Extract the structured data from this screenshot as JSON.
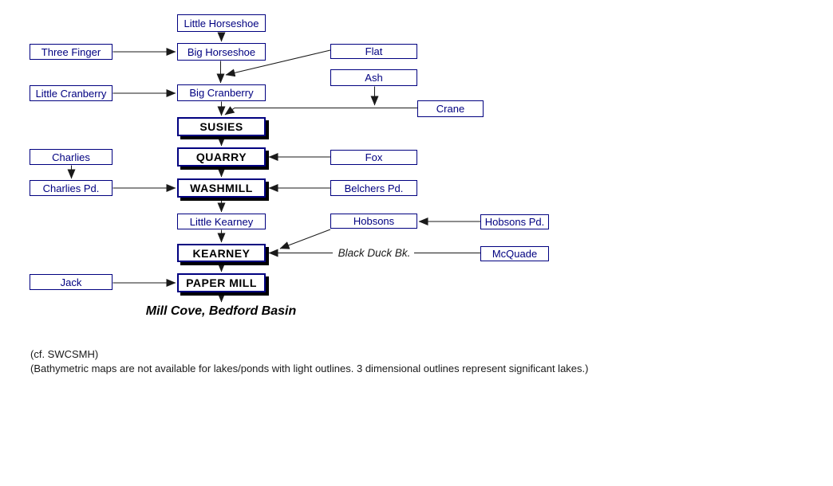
{
  "diagram": {
    "title": "Lake flow chart draining to Mill Cove, Bedford Basin",
    "colors": {
      "box_border": "#000080",
      "box_text": "#000080",
      "significant_box_border": "#000080",
      "significant_box_shadow": "#000000",
      "significant_box_text": "#000000",
      "arrow_line": "#1a1a1a",
      "background": "#ffffff"
    },
    "nodes": {
      "little_horseshoe": {
        "label": "Little Horseshoe",
        "type": "light"
      },
      "three_finger": {
        "label": "Three Finger",
        "type": "light"
      },
      "big_horseshoe": {
        "label": "Big Horseshoe",
        "type": "light"
      },
      "flat": {
        "label": "Flat",
        "type": "light"
      },
      "ash": {
        "label": "Ash",
        "type": "light"
      },
      "little_cranberry": {
        "label": "Little Cranberry",
        "type": "light"
      },
      "big_cranberry": {
        "label": "Big Cranberry",
        "type": "light"
      },
      "crane": {
        "label": "Crane",
        "type": "light"
      },
      "susies": {
        "label": "SUSIES",
        "type": "significant"
      },
      "charlies": {
        "label": "Charlies",
        "type": "light"
      },
      "quarry": {
        "label": "QUARRY",
        "type": "significant"
      },
      "fox": {
        "label": "Fox",
        "type": "light"
      },
      "charlies_pd": {
        "label": "Charlies Pd.",
        "type": "light"
      },
      "washmill": {
        "label": "WASHMILL",
        "type": "significant"
      },
      "belchers_pd": {
        "label": "Belchers Pd.",
        "type": "light"
      },
      "little_kearney": {
        "label": "Little Kearney",
        "type": "light"
      },
      "hobsons": {
        "label": "Hobsons",
        "type": "light"
      },
      "hobsons_pd": {
        "label": "Hobsons Pd.",
        "type": "light"
      },
      "kearney": {
        "label": "KEARNEY",
        "type": "significant"
      },
      "black_duck_bk": {
        "label": "Black Duck Bk.",
        "type": "stream-label"
      },
      "mcquade": {
        "label": "McQuade",
        "type": "light"
      },
      "jack": {
        "label": "Jack",
        "type": "light"
      },
      "paper_mill": {
        "label": "PAPER MILL",
        "type": "significant"
      },
      "mill_cove": {
        "label": "Mill Cove, Bedford Basin",
        "type": "outlet-label"
      }
    },
    "edges": [
      {
        "from": "Little Horseshoe",
        "to": "Big Horseshoe"
      },
      {
        "from": "Three Finger",
        "to": "Big Horseshoe"
      },
      {
        "from": "Big Horseshoe",
        "to": "Big Cranberry"
      },
      {
        "from": "Flat",
        "to": "Big Cranberry"
      },
      {
        "from": "Little Cranberry",
        "to": "Big Cranberry"
      },
      {
        "from": "Big Cranberry",
        "to": "SUSIES"
      },
      {
        "from": "Ash",
        "to": "SUSIES"
      },
      {
        "from": "Crane",
        "to": "SUSIES"
      },
      {
        "from": "SUSIES",
        "to": "QUARRY"
      },
      {
        "from": "Fox",
        "to": "QUARRY"
      },
      {
        "from": "Charlies",
        "to": "Charlies Pd."
      },
      {
        "from": "Charlies Pd.",
        "to": "WASHMILL"
      },
      {
        "from": "QUARRY",
        "to": "WASHMILL"
      },
      {
        "from": "Belchers Pd.",
        "to": "WASHMILL"
      },
      {
        "from": "WASHMILL",
        "to": "Little Kearney"
      },
      {
        "from": "Little Kearney",
        "to": "KEARNEY"
      },
      {
        "from": "Hobsons Pd.",
        "to": "Hobsons"
      },
      {
        "from": "Hobsons",
        "to": "KEARNEY"
      },
      {
        "from": "McQuade",
        "to": "Black Duck Bk."
      },
      {
        "from": "Black Duck Bk.",
        "to": "KEARNEY"
      },
      {
        "from": "KEARNEY",
        "to": "PAPER MILL"
      },
      {
        "from": "Jack",
        "to": "PAPER MILL"
      },
      {
        "from": "PAPER MILL",
        "to": "Mill Cove, Bedford Basin"
      }
    ],
    "notes": [
      "(cf. SWCSMH)",
      "(Bathymetric maps are not available for lakes/ponds with light outlines. 3 dimensional outlines represent significant lakes.)"
    ]
  }
}
